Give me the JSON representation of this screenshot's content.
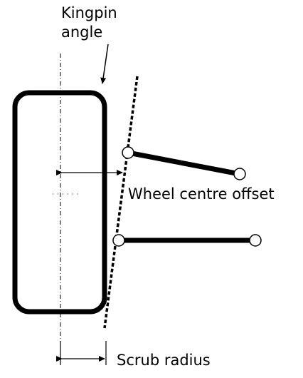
{
  "labels": {
    "kingpin_line1": "Kingpin",
    "kingpin_line2": "angle",
    "wheel_centre_offset": "Wheel centre offset",
    "scrub_radius": "Scrub radius"
  },
  "colors": {
    "ink": "#000000",
    "background": "#ffffff",
    "joint_fill": "#ffffff"
  }
}
